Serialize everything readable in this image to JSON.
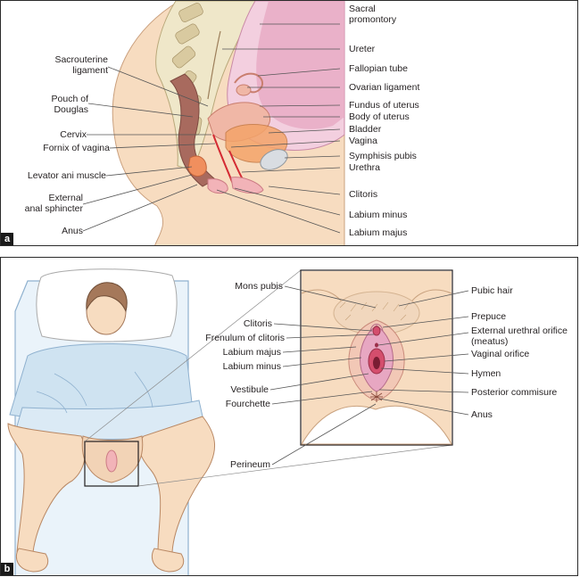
{
  "panel_a": {
    "tag": "a",
    "left_labels": {
      "sacrouterine_ligament": [
        "Sacrouterine",
        "ligament"
      ],
      "pouch_of_douglas": [
        "Pouch of",
        "Douglas"
      ],
      "cervix": "Cervix",
      "fornix_of_vagina": "Fornix of vagina",
      "levator_ani_muscle": "Levator ani muscle",
      "external_anal_sphincter": [
        "External",
        "anal sphincter"
      ],
      "anus": "Anus"
    },
    "right_labels": {
      "sacral_promontory": [
        "Sacral",
        "promontory"
      ],
      "ureter": "Ureter",
      "fallopian_tube": "Fallopian tube",
      "ovarian_ligament": "Ovarian ligament",
      "fundus_of_uterus": "Fundus of uterus",
      "body_of_uterus": "Body of uterus",
      "bladder": "Bladder",
      "vagina": "Vagina",
      "symphysis_pubis": "Symphisis pubis",
      "urethra": "Urethra",
      "clitoris": "Clitoris",
      "labium_minus": "Labium minus",
      "labium_majus": "Labium majus"
    }
  },
  "panel_b": {
    "tag": "b",
    "left_labels": {
      "mons_pubis": "Mons pubis",
      "clitoris": "Clitoris",
      "frenulum_of_clitoris": "Frenulum of clitoris",
      "labium_majus": "Labium majus",
      "labium_minus": "Labium minus",
      "vestibule": "Vestibule",
      "fourchette": "Fourchette",
      "perineum": "Perineum"
    },
    "right_labels": {
      "pubic_hair": "Pubic hair",
      "prepuce": "Prepuce",
      "external_urethral_orifice": [
        "External urethral orifice",
        "(meatus)"
      ],
      "vaginal_orifice": "Vaginal orifice",
      "hymen": "Hymen",
      "posterior_commisure": "Posterior commisure",
      "anus": "Anus"
    }
  },
  "colors": {
    "skin": "#f7dcc0",
    "skin_dark": "#e9bf98",
    "pink_organ": "#e7a7c2",
    "pink_light": "#f3cfdf",
    "rectum": "#a86a5e",
    "bone": "#efe7c9",
    "blue_sheet": "#cfe3f1",
    "sheet_line": "#8fb1cf",
    "red": "#d42b33"
  }
}
